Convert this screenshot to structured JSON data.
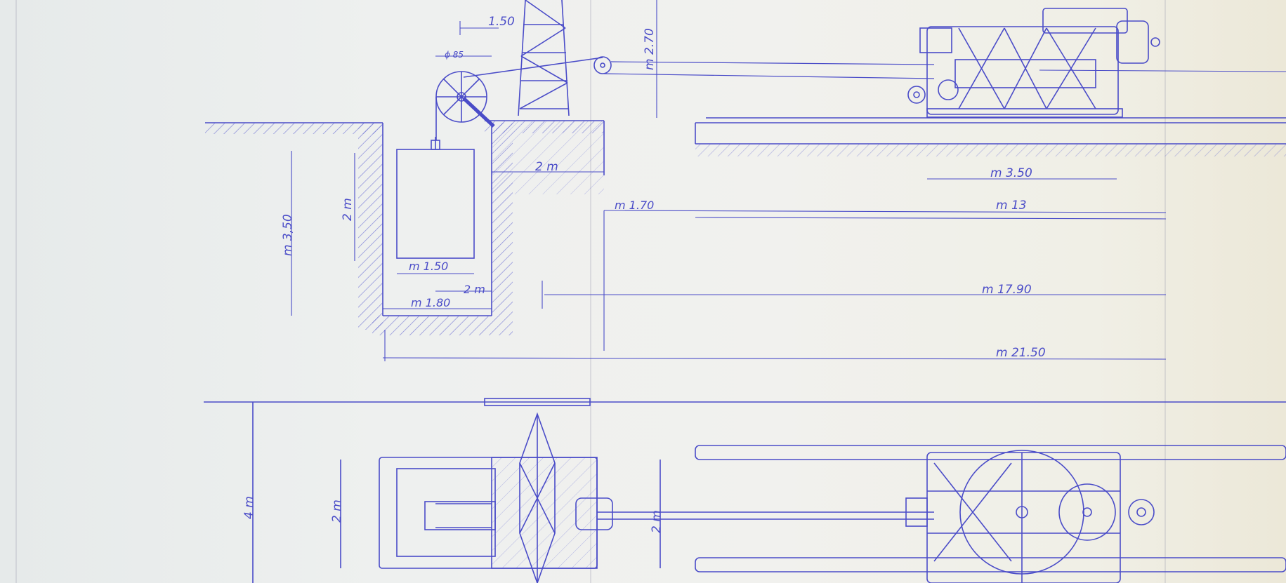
{
  "drawing": {
    "ink_color": "#4a4cc8",
    "paper_color": "#eef0ee",
    "elevation_labels": {
      "dim_150_top": "1.50",
      "dim_diam_85": "ϕ 85",
      "dim_270": "m 2.70",
      "dim_2m_side": "2 m",
      "dim_2m_vertical": "2 m",
      "dim_350_depth": "m 3,50",
      "dim_150_inner": "m 1.50",
      "dim_2m_lower": "2 m",
      "dim_180": "m 1.80",
      "dim_170": "m 1.70",
      "dim_350_machine": "m 3.50",
      "dim_13": "m 13",
      "dim_1790": "m 17.90",
      "dim_2150": "m 21.50"
    },
    "plan_labels": {
      "dim_4m": "4 m",
      "dim_2m_left": "2 m",
      "dim_2m_right": "2 m"
    }
  }
}
